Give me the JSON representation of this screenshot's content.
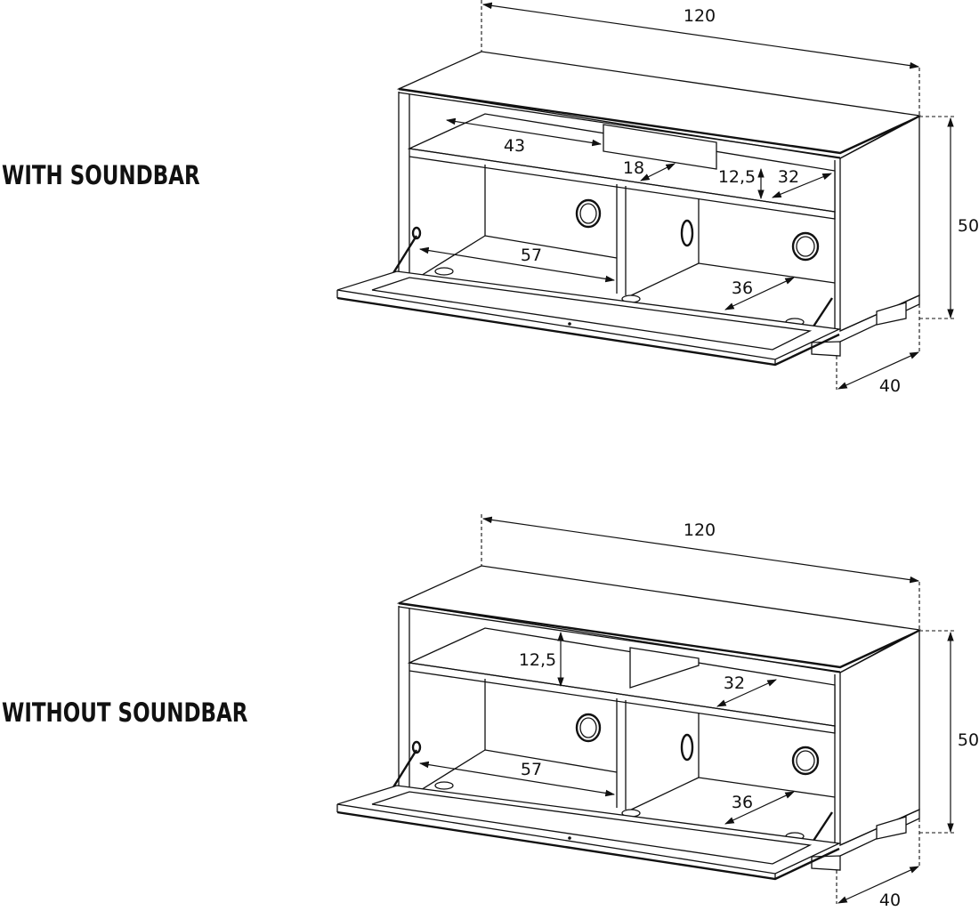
{
  "variants": [
    {
      "title": "WITH SOUNDBAR",
      "dims": {
        "width": "120",
        "height": "50",
        "depth": "40",
        "shelf_left": "43",
        "soundbar_depth": "18",
        "shelf_height": "12,5",
        "shelf_right": "32",
        "bottom_left": "57",
        "bottom_right": "36"
      }
    },
    {
      "title": "WITHOUT SOUNDBAR",
      "dims": {
        "width": "120",
        "height": "50",
        "depth": "40",
        "shelf_height": "12,5",
        "shelf_right": "32",
        "bottom_left": "57",
        "bottom_right": "36"
      }
    }
  ]
}
